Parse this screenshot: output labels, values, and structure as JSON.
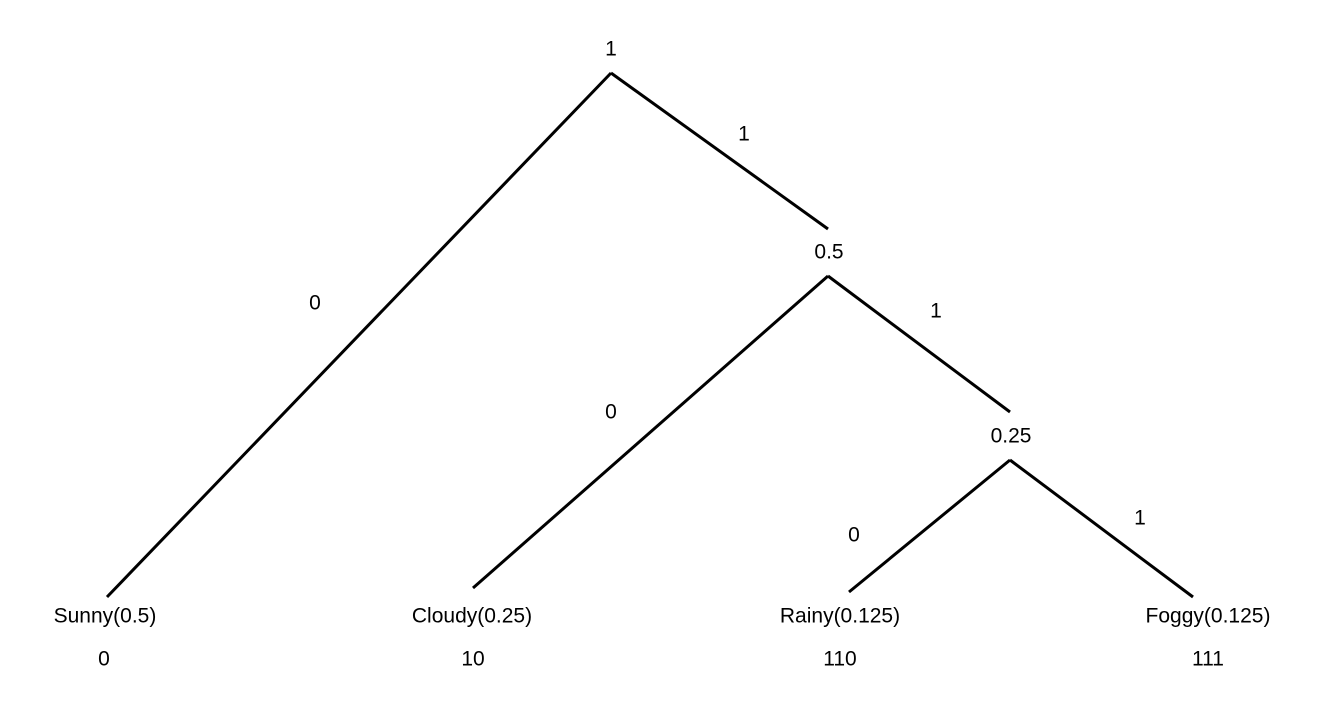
{
  "tree": {
    "root": {
      "probability": "1"
    },
    "internal_nodes": [
      {
        "probability": "0.5"
      },
      {
        "probability": "0.25"
      }
    ],
    "leaves": [
      {
        "label": "Sunny(0.5)",
        "code": "0"
      },
      {
        "label": "Cloudy(0.25)",
        "code": "10"
      },
      {
        "label": "Rainy(0.125)",
        "code": "110"
      },
      {
        "label": "Foggy(0.125)",
        "code": "111"
      }
    ],
    "edges": [
      {
        "from": "1",
        "to": "Sunny(0.5)",
        "bit": "0"
      },
      {
        "from": "1",
        "to": "0.5",
        "bit": "1"
      },
      {
        "from": "0.5",
        "to": "Cloudy(0.25)",
        "bit": "0"
      },
      {
        "from": "0.5",
        "to": "0.25",
        "bit": "1"
      },
      {
        "from": "0.25",
        "to": "Rainy(0.125)",
        "bit": "0"
      },
      {
        "from": "0.25",
        "to": "Foggy(0.125)",
        "bit": "1"
      }
    ]
  }
}
